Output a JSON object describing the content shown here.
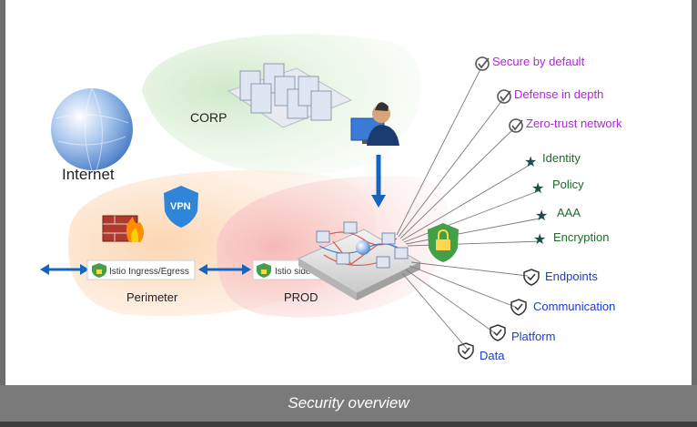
{
  "caption": "Security overview",
  "zones": {
    "internet": "Internet",
    "corp": "CORP",
    "perimeter": "Perimeter",
    "prod": "PROD",
    "vpn": "VPN"
  },
  "components": {
    "ingress": "Istio Ingress/Egress",
    "sidecar": "Istio sidecar"
  },
  "goals": [
    "Secure by default",
    "Defense in depth",
    "Zero-trust network"
  ],
  "features": [
    "Identity",
    "Policy",
    "AAA",
    "Encryption"
  ],
  "scopes": [
    "Endpoints",
    "Communication",
    "Platform",
    "Data"
  ],
  "colors": {
    "goals": "#b620e0",
    "features": "#1e6b2a",
    "scopes": "#1a3ccf",
    "arrow": "#1565c0",
    "shield": "#43a047"
  }
}
